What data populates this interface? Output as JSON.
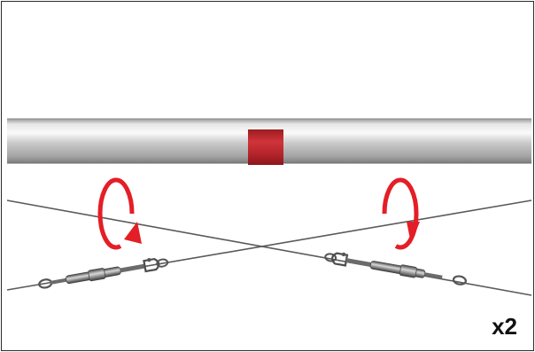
{
  "diagram": {
    "multiplier_label": "x2",
    "colors": {
      "frame": "#2a2a2a",
      "tube_light": "#f2f2f2",
      "tube_mid": "#c4c4c4",
      "tube_dark": "#8e8e8e",
      "marker": "#c1272d",
      "cable": "#555555",
      "hardware": "#6f6f6f",
      "arrow": "#e41e26"
    },
    "items": [
      {
        "name": "horizontal-tube",
        "icon": "tube"
      },
      {
        "name": "center-marker",
        "icon": "red-band"
      },
      {
        "name": "crossed-cables",
        "icon": "cable"
      },
      {
        "name": "turnbuckle-left",
        "icon": "turnbuckle"
      },
      {
        "name": "turnbuckle-right",
        "icon": "turnbuckle"
      },
      {
        "name": "rotate-arrow-left",
        "icon": "rotate-clockwise-arrow-icon"
      },
      {
        "name": "rotate-arrow-right",
        "icon": "rotate-counterclockwise-arrow-icon"
      }
    ]
  }
}
